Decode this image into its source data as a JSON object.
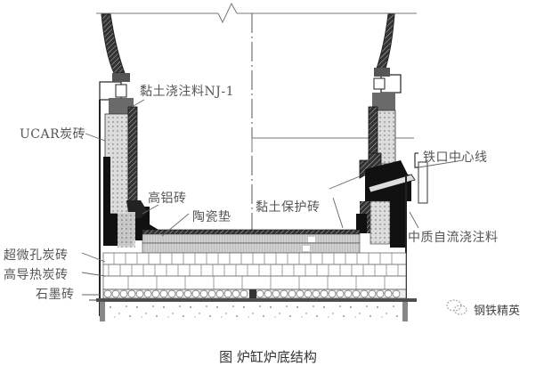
{
  "figure": {
    "caption": "图 炉缸炉底结构",
    "watermark": "钢铁精英",
    "watermark_icon": "wechat-icon",
    "labels": {
      "clay_castable": "黏土浇注料NJ-1",
      "ucar_brick": "UCAR炭砖",
      "high_alumina_brick": "高铝砖",
      "ceramic_pad": "陶瓷垫",
      "clay_protective_brick": "黏土保护砖",
      "taphole_centerline": "铁口中心线",
      "medium_self_flow_castable": "中质自流浇注料",
      "micropore_carbon_brick": "超微孔炭砖",
      "high_conductivity_carbon_brick": "高导热炭砖",
      "graphite_brick": "石墨砖"
    },
    "colors": {
      "line": "#555555",
      "dark_fill": "#111111",
      "mid_fill": "#777777",
      "light_fill": "#d8d8d8",
      "label_text": "#555555",
      "caption_text": "#333333"
    }
  }
}
